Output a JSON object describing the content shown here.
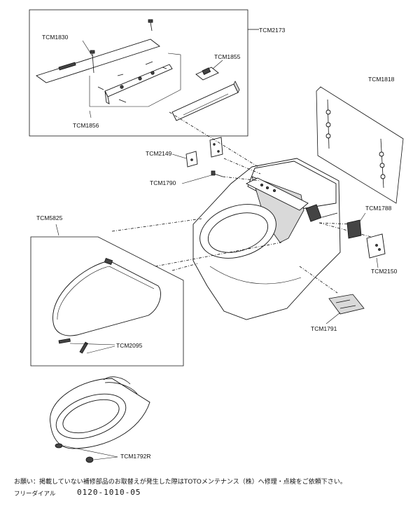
{
  "parts": {
    "tcm2173": "TCM2173",
    "tcm1830": "TCM1830",
    "tcm1855": "TCM1855",
    "tcm1856": "TCM1856",
    "tcm1818": "TCM1818",
    "tcm2149": "TCM2149",
    "tcm1790": "TCM1790",
    "tcm5825": "TCM5825",
    "tcm1788": "TCM1788",
    "tcm2150": "TCM2150",
    "tcm1791": "TCM1791",
    "tcm2095": "TCM2095",
    "tcm1792r": "TCM1792R"
  },
  "footer": {
    "notice": "お願い：掲載していない補修部品のお取替えが発生した際はTOTOメンテナンス（株）へ修理・点検をご依頼下さい。",
    "dial_label": "フリーダイアル",
    "dial_number": "0120-1010-05"
  }
}
